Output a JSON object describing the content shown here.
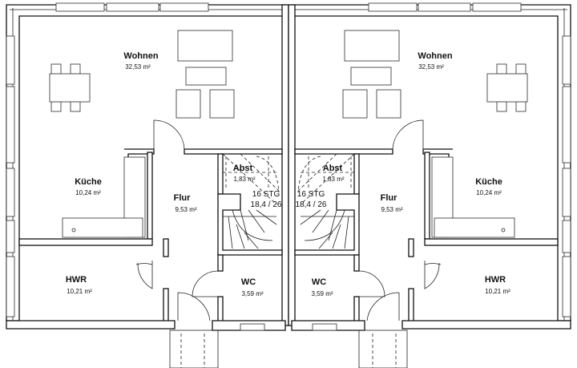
{
  "units": [
    {
      "rooms": {
        "wohnen": {
          "name": "Wohnen",
          "area": "32,53 m²"
        },
        "kueche": {
          "name": "Küche",
          "area": "10,24 m²"
        },
        "flur": {
          "name": "Flur",
          "area": "9,53 m²"
        },
        "hwr": {
          "name": "HWR",
          "area": "10,21 m²"
        },
        "wc": {
          "name": "WC",
          "area": "3,59 m²"
        },
        "abst": {
          "name": "Abst",
          "area": "1,83 m²"
        }
      },
      "stairs": {
        "steps": "16 STG",
        "ratio": "18,4 / 26"
      }
    },
    {
      "rooms": {
        "wohnen": {
          "name": "Wohnen",
          "area": "32,53 m²"
        },
        "kueche": {
          "name": "Küche",
          "area": "10,24 m²"
        },
        "flur": {
          "name": "Flur",
          "area": "9,53 m²"
        },
        "hwr": {
          "name": "HWR",
          "area": "10,21 m²"
        },
        "wc": {
          "name": "WC",
          "area": "3,59 m²"
        },
        "abst": {
          "name": "Abst",
          "area": "1,83 m²"
        }
      },
      "stairs": {
        "steps": "16 STG",
        "ratio": "18,4 / 26"
      }
    }
  ]
}
